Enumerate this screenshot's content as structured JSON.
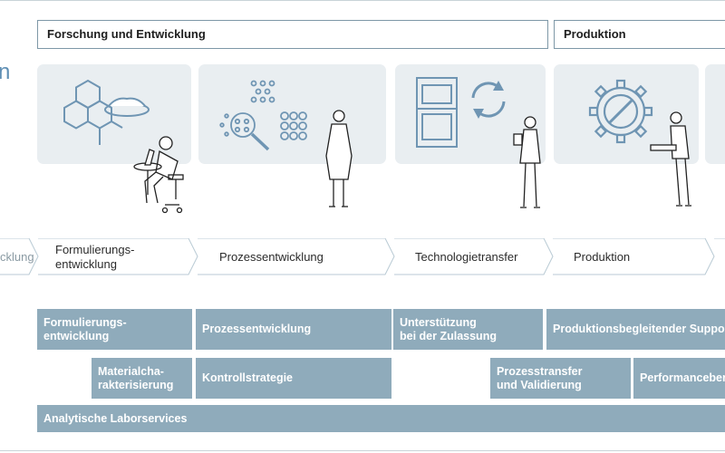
{
  "phases": {
    "research": "Forschung und Entwicklung",
    "production": "Produktion"
  },
  "left_partial_letter": "n",
  "steps": {
    "partial_left": "cklung",
    "formulation_line1": "Formulierungs-",
    "formulation_line2": "entwicklung",
    "process": "Prozessentwicklung",
    "transfer": "Technologietransfer",
    "production": "Produktion"
  },
  "services": {
    "row1": {
      "formulation_line1": "Formulierungs-",
      "formulation_line2": "entwicklung",
      "process": "Prozessentwicklung",
      "approval_line1": "Unterstützung",
      "approval_line2": "bei der Zulassung",
      "production_support": "Produktionsbegleitender Support"
    },
    "row2": {
      "material_line1": "Materialcha-",
      "material_line2": "rakterisierung",
      "control": "Kontrollstrategie",
      "validation_line1": "Prozesstransfer",
      "validation_line2": "und Validierung",
      "performance": "Performanceberatung"
    },
    "row3": {
      "lab": "Analytische Laborservices"
    }
  },
  "colors": {
    "bar": "#8fabbb",
    "panel": "#e9eef1",
    "line": "#7e98a7",
    "icon": "#6f95b3",
    "accent_text": "#5f8fb4"
  }
}
